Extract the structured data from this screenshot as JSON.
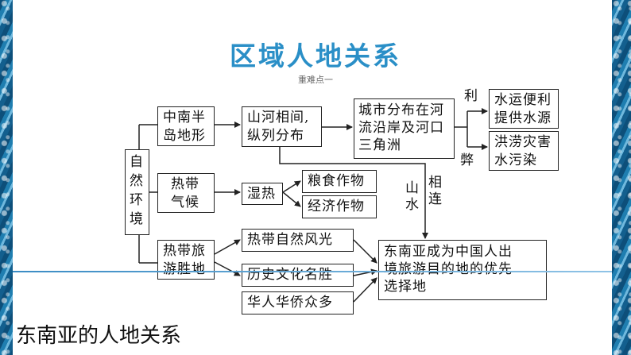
{
  "title": "区域人地关系",
  "subtitle": "重难点一",
  "bottom_caption": "东南亚的人地关系",
  "nodes": {
    "natural_env": "自\n然\n环\n境",
    "peninsula": "中南半\n岛地形",
    "mountains_rivers": "山河相间,\n纵列分布",
    "cities": "城市分布在河\n流沿岸及河口\n三角洲",
    "water_transport": "水运便利\n提供水源",
    "flood": "洪涝灾害\n水污染",
    "tropical_climate": "热带\n气候",
    "hot_humid": "湿热",
    "grain_crops": "粮食作物",
    "cash_crops": "经济作物",
    "tourism_resources": "热带旅\n游胜地",
    "tropical_scenery": "热带自然风光",
    "historical_sites": "历史文化名胜",
    "overseas_chinese": "华人华侨众多",
    "destination": "东南亚成为中国人出\n境旅游目的地的优先\n选择地"
  },
  "labels": {
    "advantage": "利",
    "disadvantage": "弊",
    "mountain_water_1": "山\n水",
    "mountain_water_2": "相\n连"
  }
}
